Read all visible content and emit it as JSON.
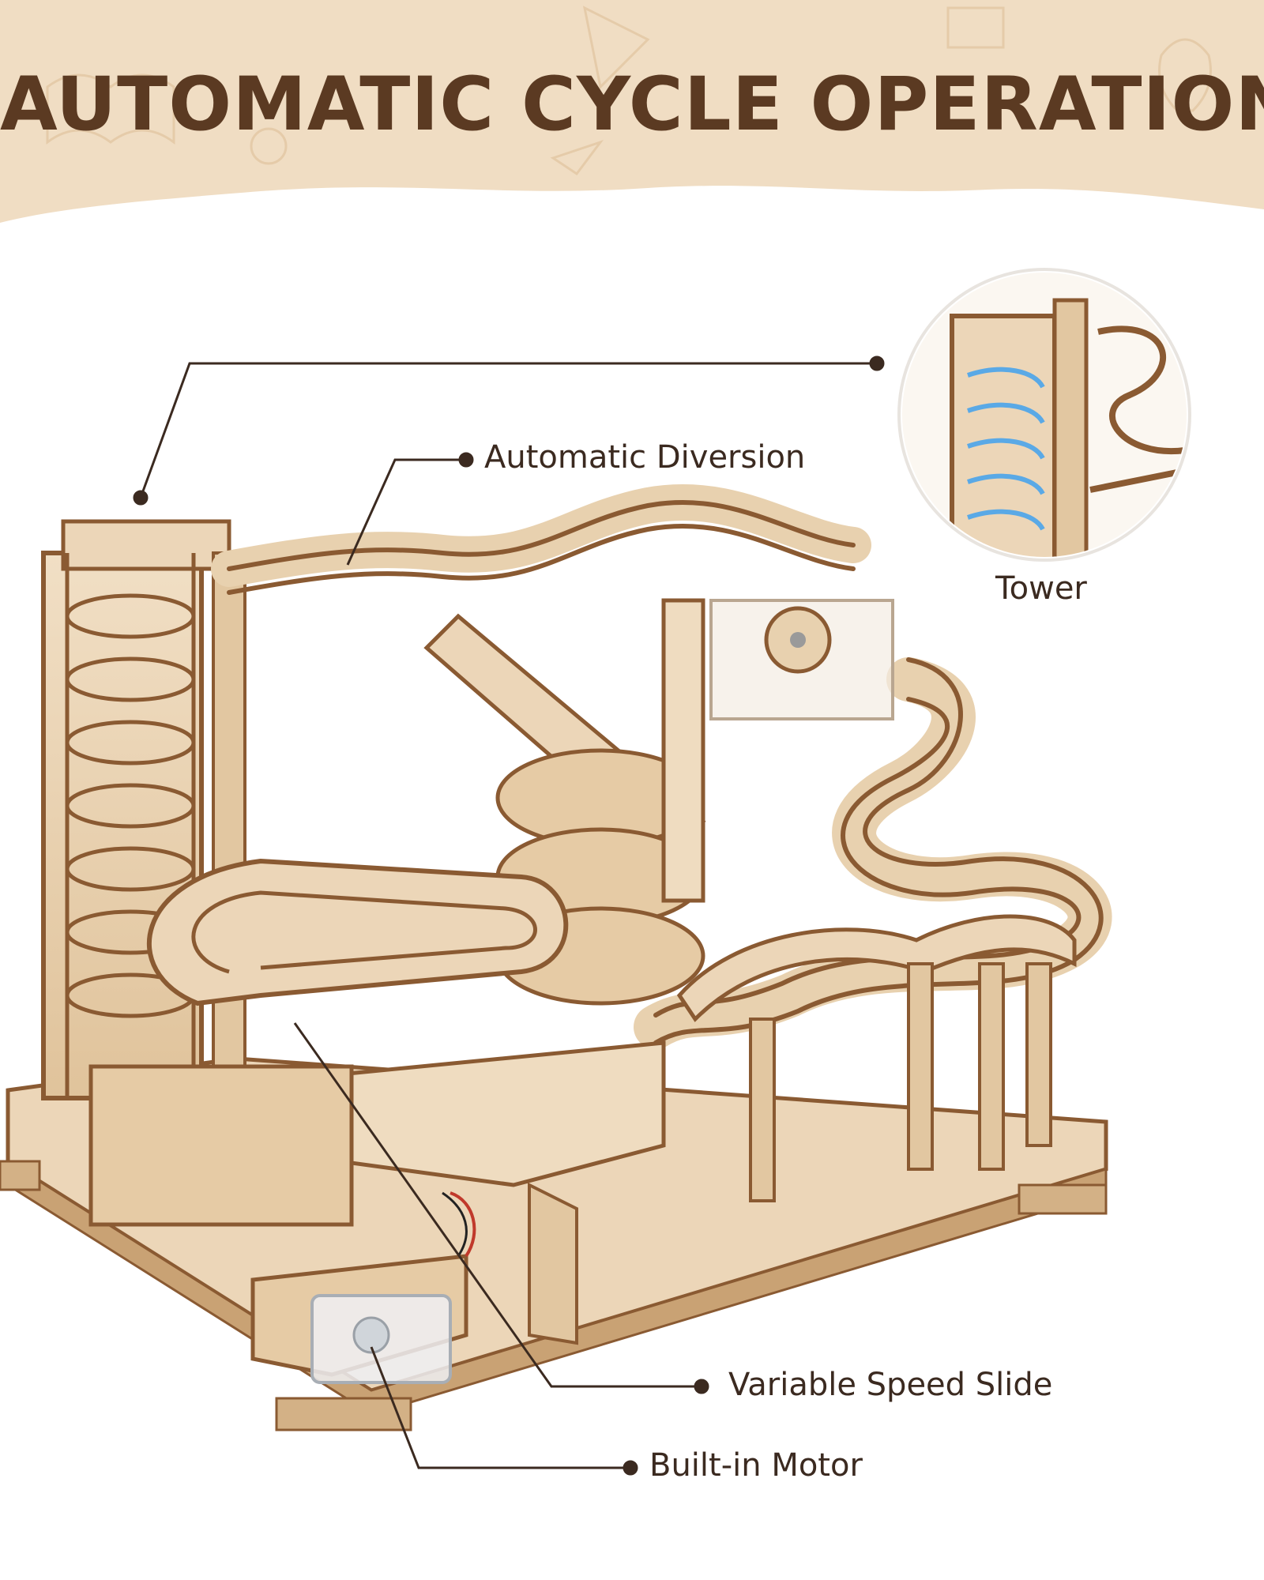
{
  "header": {
    "title": "AUTOMATIC CYCLE OPERATION",
    "background_color": "#f0ddc3",
    "title_color": "#5b3a22"
  },
  "callouts": [
    {
      "id": "diversion",
      "label": "Automatic Diversion"
    },
    {
      "id": "tower",
      "label": "Tower"
    },
    {
      "id": "slide",
      "label": "Variable Speed Slide"
    },
    {
      "id": "motor",
      "label": "Built-in Motor"
    }
  ],
  "colors": {
    "wood_light": "#ecd6b8",
    "wood_mid": "#d9b98f",
    "wood_edge": "#8a5a32",
    "leader_line": "#3b2a20",
    "spiral_highlight": "#5aa9e6"
  }
}
